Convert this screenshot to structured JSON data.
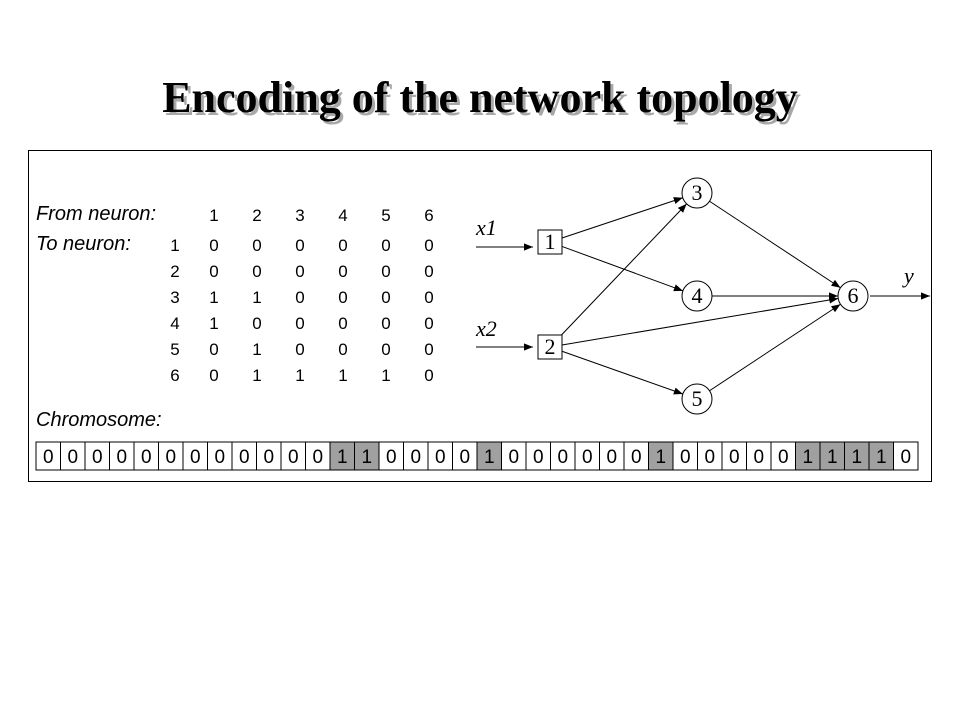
{
  "title": "Encoding of the network topology",
  "matrix": {
    "from_label": "From neuron:",
    "to_label": "To neuron:",
    "col_headers": [
      "1",
      "2",
      "3",
      "4",
      "5",
      "6"
    ],
    "row_headers": [
      "1",
      "2",
      "3",
      "4",
      "5",
      "6"
    ],
    "rows": [
      [
        "0",
        "0",
        "0",
        "0",
        "0",
        "0"
      ],
      [
        "0",
        "0",
        "0",
        "0",
        "0",
        "0"
      ],
      [
        "1",
        "1",
        "0",
        "0",
        "0",
        "0"
      ],
      [
        "1",
        "0",
        "0",
        "0",
        "0",
        "0"
      ],
      [
        "0",
        "1",
        "0",
        "0",
        "0",
        "0"
      ],
      [
        "0",
        "1",
        "1",
        "1",
        "1",
        "0"
      ]
    ]
  },
  "chromosome": {
    "label": "Chromosome:",
    "bits": [
      "0",
      "0",
      "0",
      "0",
      "0",
      "0",
      "0",
      "0",
      "0",
      "0",
      "0",
      "0",
      "1",
      "1",
      "0",
      "0",
      "0",
      "0",
      "1",
      "0",
      "0",
      "0",
      "0",
      "0",
      "0",
      "1",
      "0",
      "0",
      "0",
      "0",
      "0",
      "1",
      "1",
      "1",
      "1",
      "0"
    ],
    "highlight_color": "#a0a0a0"
  },
  "network": {
    "inputs": [
      "x1",
      "x2"
    ],
    "output": "y",
    "nodes": [
      "1",
      "2",
      "3",
      "4",
      "5",
      "6"
    ],
    "edges": [
      [
        "1",
        "3"
      ],
      [
        "1",
        "4"
      ],
      [
        "2",
        "3"
      ],
      [
        "2",
        "5"
      ],
      [
        "2",
        "6"
      ],
      [
        "3",
        "6"
      ],
      [
        "4",
        "6"
      ],
      [
        "5",
        "6"
      ]
    ]
  }
}
